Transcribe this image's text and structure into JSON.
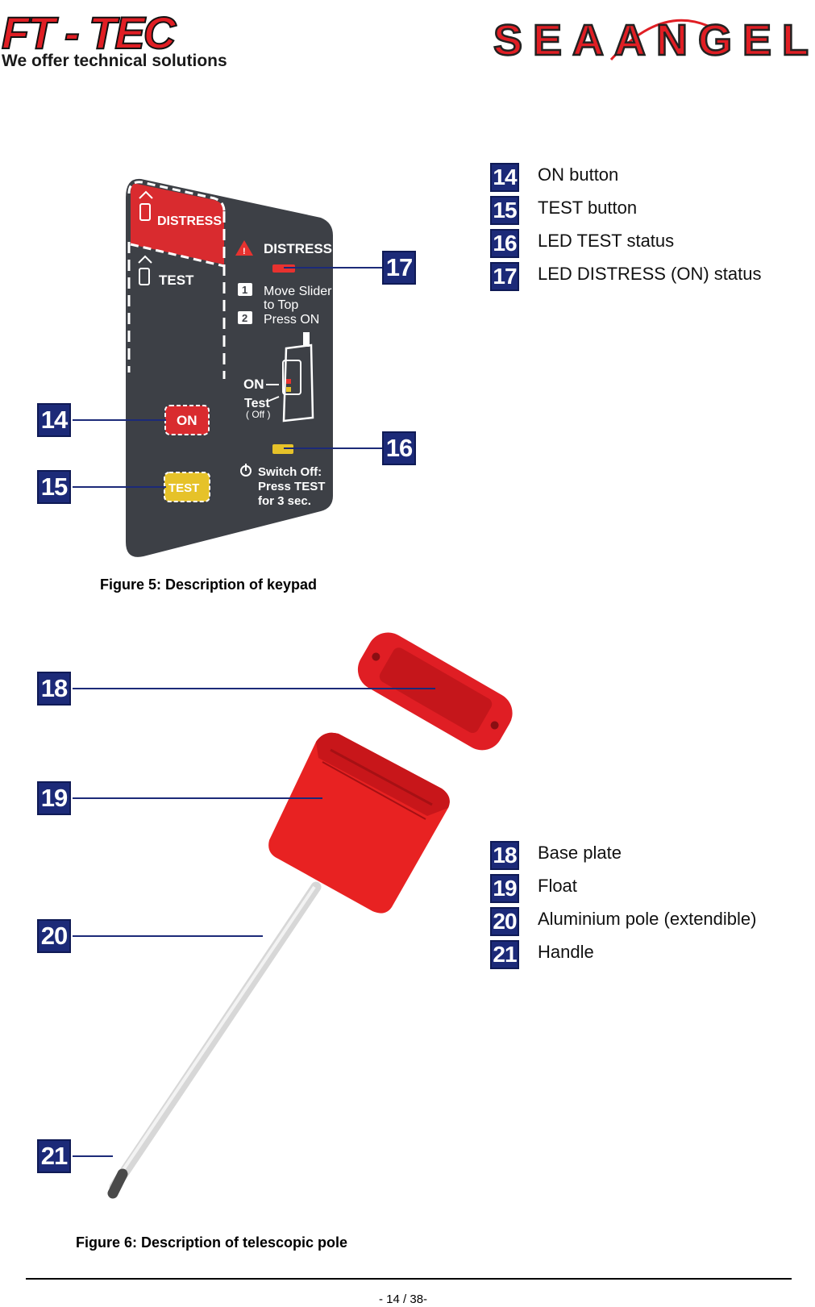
{
  "header": {
    "left_logo_text": "FT - TEC",
    "left_logo_tagline": "We offer technical solutions",
    "right_logo_text": "SEAANGEL"
  },
  "keypad": {
    "distress_label": "DISTRESS",
    "test_label": "TEST",
    "warning_title": "DISTRESS",
    "step1": "Move Slider to Top",
    "step1_line1": "Move Slider",
    "step1_line2": "to Top",
    "step2": "Press ON",
    "on_label": "ON",
    "test_slider_label": "Test",
    "off_label": "( Off )",
    "switch_off_line1": "Switch Off:",
    "switch_off_line2": "Press TEST",
    "switch_off_line3": "for 3 sec.",
    "on_button": "ON",
    "test_button": "TEST"
  },
  "figure5": {
    "callouts": [
      "14",
      "15",
      "16",
      "17"
    ],
    "legend": [
      {
        "number": "14",
        "label": "ON button"
      },
      {
        "number": "15",
        "label": "TEST button"
      },
      {
        "number": "16",
        "label": "LED TEST status"
      },
      {
        "number": "17",
        "label": "LED DISTRESS (ON) status"
      }
    ],
    "caption": "Figure 5: Description of keypad"
  },
  "figure6": {
    "callouts": [
      "18",
      "19",
      "20",
      "21"
    ],
    "legend": [
      {
        "number": "18",
        "label": "Base plate"
      },
      {
        "number": "19",
        "label": "Float"
      },
      {
        "number": "20",
        "label": "Aluminium pole (extendible)"
      },
      {
        "number": "21",
        "label": "Handle"
      }
    ],
    "caption": "Figure 6: Description of telescopic pole"
  },
  "footer": {
    "page_number": "- 14 / 38-"
  },
  "colors": {
    "badge": "#1c2a78",
    "brand_red": "#e01e24",
    "keypad_body": "#3d4046",
    "led_red": "#e8322f",
    "led_yellow": "#e6c229",
    "float_red": "#e82222"
  }
}
